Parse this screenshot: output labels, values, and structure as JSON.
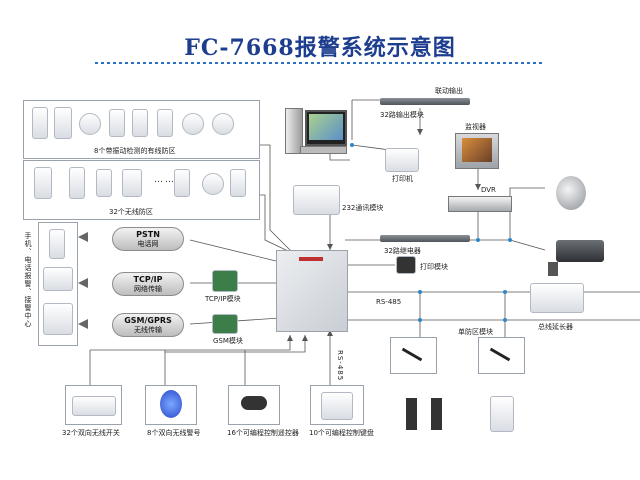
{
  "title": "FC-7668报警系统示意图",
  "zones": {
    "wired_label": "8个带振动检测的有线防区",
    "wireless_label": "32个无线防区",
    "wireless_ellipsis": "……"
  },
  "receivers": {
    "label": "手机、电话报警、接警中心"
  },
  "links": {
    "pstn_name": "PSTN",
    "pstn_desc": "电话网",
    "tcpip_name": "TCP/IP",
    "tcpip_desc": "网络传输",
    "gsm_name": "GSM/GPRS",
    "gsm_desc": "无线传输"
  },
  "modules": {
    "tcpip": "TCP/IP模块",
    "gsm": "GSM模块",
    "rs232": "232通讯模块",
    "output32": "32路输出模块",
    "linkage_output": "联动输出",
    "printer": "打印机",
    "monitor": "监视器",
    "dvr": "DVR",
    "relay32": "32路继电器",
    "print_module": "打印模块",
    "rs485_bus": "RS-485",
    "rs485_vertical": "RS-485",
    "bus_extender": "总线延长器",
    "single_zone": "单防区模块",
    "switch": "32个双向无线开关",
    "siren": "8个双向无线警号",
    "remote": "16个可编程控制遥控器",
    "keyboard": "10个可编程控制键盘"
  },
  "accent_color": "#2e87c8",
  "title_color": "#1d3d8f"
}
